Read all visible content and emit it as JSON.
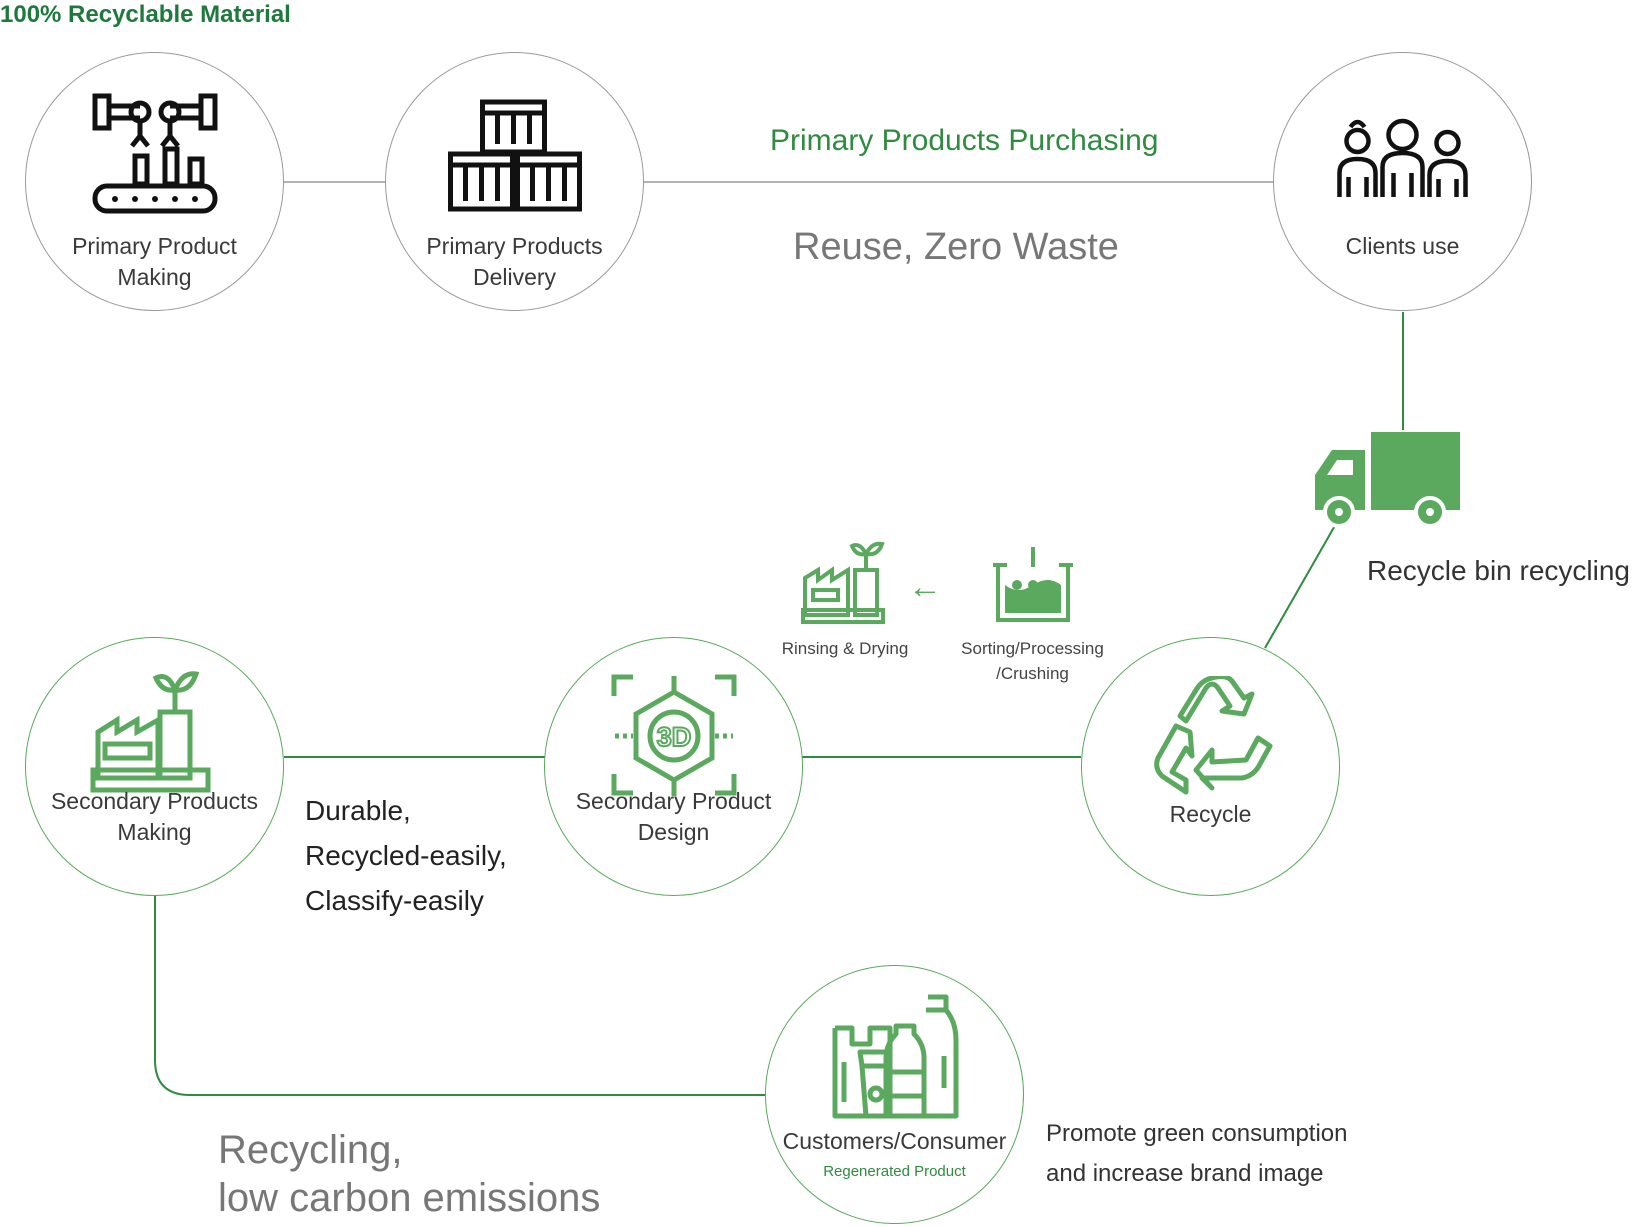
{
  "header": {
    "title": "100% Recyclable Material"
  },
  "top_row": {
    "purchasing_label": "Primary Products Purchasing",
    "reuse_label": "Reuse, Zero Waste"
  },
  "nodes": {
    "primary_making": {
      "line1": "Primary Product",
      "line2": "Making",
      "icon": "factory-robot-arm-icon"
    },
    "primary_delivery": {
      "line1": "Primary Products",
      "line2": "Delivery",
      "icon": "stacked-crates-icon"
    },
    "clients_use": {
      "line1": "Clients use",
      "icon": "people-group-icon"
    },
    "recycle": {
      "line1": "Recycle",
      "icon": "recycle-icon"
    },
    "secondary_design": {
      "line1": "Secondary Product",
      "line2": "Design",
      "icon": "3d-design-icon"
    },
    "secondary_making": {
      "line1": "Secondary Products",
      "line2": "Making",
      "icon": "eco-factory-icon"
    },
    "customers": {
      "line1": "Customers/Consumer",
      "sub": "Regenerated Product",
      "icon": "bottles-bag-icon"
    }
  },
  "truck": {
    "label": "Recycle bin recycling",
    "icon": "truck-icon"
  },
  "steps": {
    "rinsing": {
      "label": "Rinsing & Drying",
      "icon": "eco-factory-small-icon"
    },
    "sorting": {
      "line1": "Sorting/Processing",
      "line2": "/Crushing",
      "icon": "crushing-tank-icon"
    },
    "arrow": "←"
  },
  "qualities": [
    "Durable,",
    "Recycled-easily,",
    "Classify-easily"
  ],
  "promote": {
    "line1": "Promote green consumption",
    "line2": "and increase brand image"
  },
  "bottom_text": {
    "line1": "Recycling,",
    "line2": "low carbon emissions"
  },
  "colors": {
    "accent": "#5aa95e",
    "dark_green": "#1e7a3c",
    "gray_line": "#9a9a9a",
    "text": "#333333"
  }
}
